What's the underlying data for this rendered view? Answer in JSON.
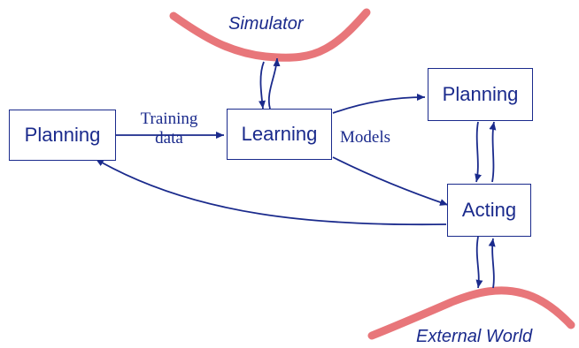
{
  "nodes": {
    "planning_left": "Planning",
    "learning": "Learning",
    "planning_right": "Planning",
    "acting": "Acting"
  },
  "edge_labels": {
    "training_line1": "Training",
    "training_line2": "data",
    "models": "Models"
  },
  "environments": {
    "simulator": "Simulator",
    "external_world": "External World"
  },
  "colors": {
    "box_stroke": "#1a2a8c",
    "arrow": "#1a2a8c",
    "text": "#1a2a8c",
    "environment_curve": "#e8767a"
  }
}
